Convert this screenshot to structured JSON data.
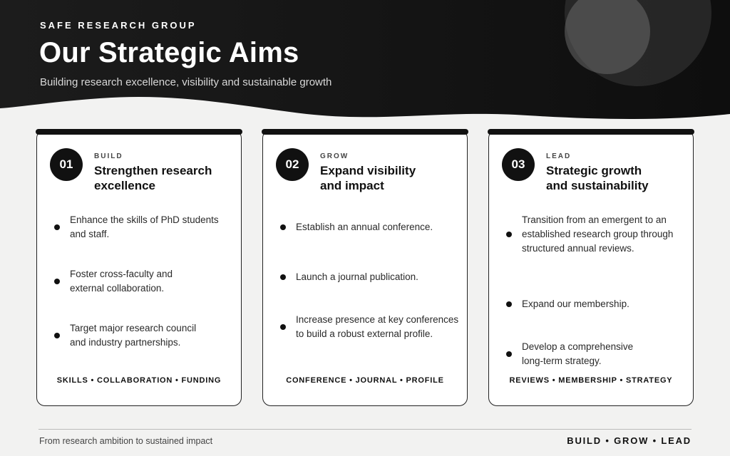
{
  "header": {
    "org": "SAFE RESEARCH GROUP",
    "title": "Our Strategic Aims",
    "subtitle": "Building research excellence, visibility and sustainable growth"
  },
  "cards": [
    {
      "number": "01",
      "kicker": "BUILD",
      "heading": "Strengthen research excellence",
      "items": [
        "Enhance the skills of PhD students and staff.",
        "Foster cross-faculty and external collaboration.",
        "Target major research council and industry partnerships."
      ],
      "tags": "SKILLS • COLLABORATION • FUNDING"
    },
    {
      "number": "02",
      "kicker": "GROW",
      "heading": "Expand visibility and impact",
      "items": [
        "Establish an annual conference.",
        "Launch a journal publication.",
        "Increase presence at key conferences to build a robust external profile."
      ],
      "tags": "CONFERENCE • JOURNAL • PROFILE"
    },
    {
      "number": "03",
      "kicker": "LEAD",
      "heading": "Strategic growth and sustainability",
      "items": [
        "Transition from an emergent to an established research group through structured annual reviews.",
        "Expand our membership.",
        "Develop a comprehensive long-term strategy."
      ],
      "tags": "REVIEWS • MEMBERSHIP • STRATEGY"
    }
  ],
  "footer": {
    "left": "From research ambition to sustained impact",
    "right": "BUILD • GROW • LEAD"
  },
  "colors": {
    "hero_dark": "#141414",
    "page_bg": "#f2f2f1",
    "card_bg": "#ffffff",
    "accent": "#111111"
  }
}
